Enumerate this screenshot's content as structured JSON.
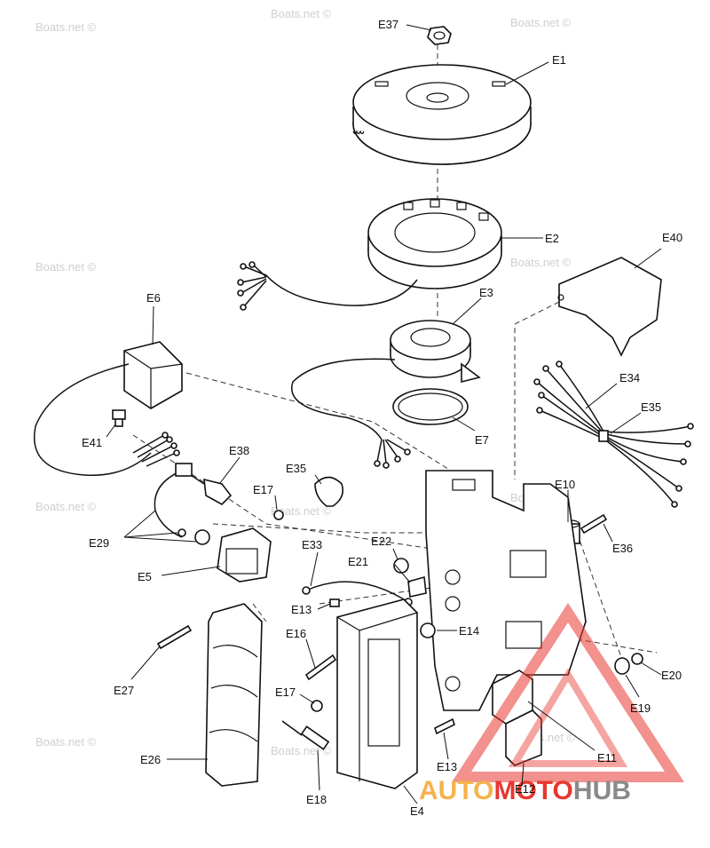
{
  "watermark": "Boats.net ©",
  "logo": {
    "part1": "AUTO",
    "part2": "MOTO",
    "part3": "HUB",
    "color1": "#f6b24a",
    "color2": "#e8372f",
    "color3": "#8a8a8a",
    "triangle_color": "#e8372f"
  },
  "labels": {
    "E1": "E1",
    "E2": "E2",
    "E3": "E3",
    "E4": "E4",
    "E5": "E5",
    "E6": "E6",
    "E7": "E7",
    "E10": "E10",
    "E11": "E11",
    "E12": "E12",
    "E13a": "E13",
    "E13b": "E13",
    "E14": "E14",
    "E16": "E16",
    "E17a": "E17",
    "E17b": "E17",
    "E18": "E18",
    "E19": "E19",
    "E20": "E20",
    "E21": "E21",
    "E22": "E22",
    "E26": "E26",
    "E27": "E27",
    "E29": "E29",
    "E33": "E33",
    "E34": "E34",
    "E35a": "E35",
    "E35b": "E35",
    "E36": "E36",
    "E37": "E37",
    "E38": "E38",
    "E40": "E40",
    "E41": "E41"
  }
}
